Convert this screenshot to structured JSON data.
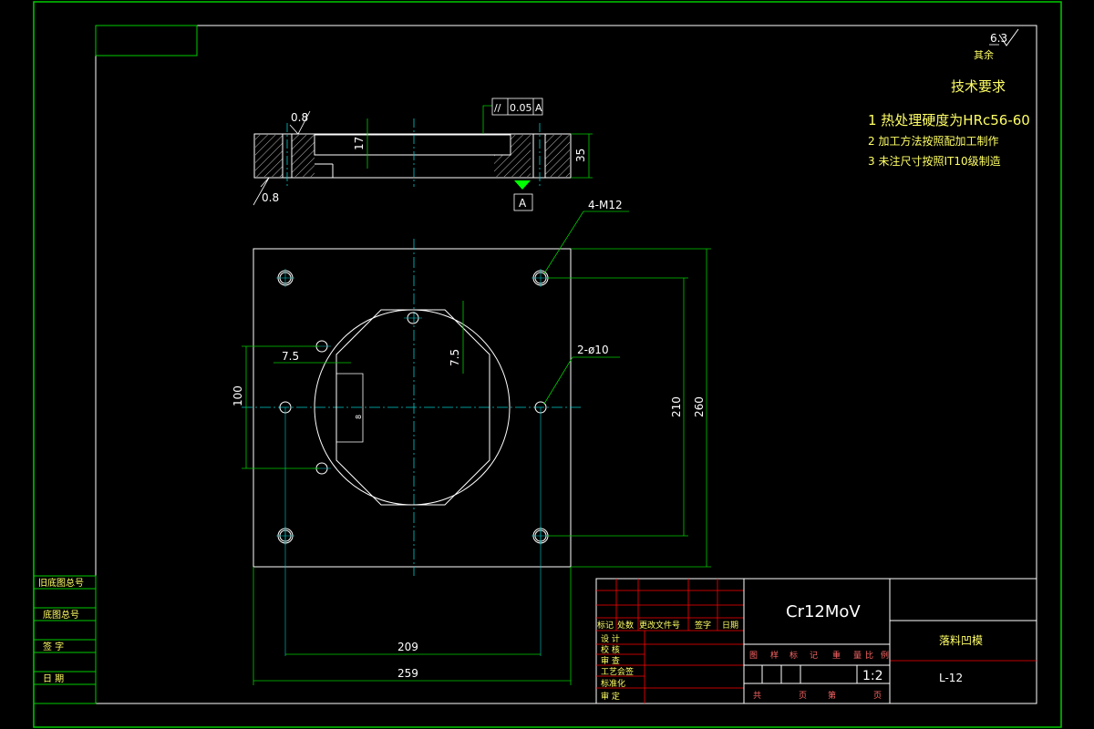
{
  "colors": {
    "background": "#000000",
    "border": "#00cc00",
    "outline": "#ffffff",
    "centerline": "#00cccc",
    "dimension": "#00cc00",
    "title_grid": "#ff0000",
    "highlight": "#00ff00"
  },
  "roughness": {
    "value": "6.3",
    "label": "其余"
  },
  "tech_requirements": {
    "title": "技术要求",
    "items": [
      "1 热处理硬度为HRc56-60",
      "2 加工方法按照配加工制作",
      "3 未注尺寸按照IT10级制造"
    ]
  },
  "section_view": {
    "dims": [
      "0.8",
      "0.8",
      "17",
      "35"
    ],
    "tolerance": {
      "symbol": "//",
      "value": "0.05",
      "datum": "A"
    },
    "datum_label": "A"
  },
  "plan_view": {
    "dims": {
      "holes_threaded": "4-M12",
      "holes_pin": "2-ø10",
      "d75a": "7.5",
      "d75b": "7.5",
      "d100": "100",
      "d210": "210",
      "d260": "260",
      "d209": "209",
      "d259": "259",
      "d8": "8"
    }
  },
  "side_table": [
    "旧底图总号",
    "底图总号",
    "签  字",
    "日  期"
  ],
  "title_block": {
    "material": "Cr12MoV",
    "part_name": "落料凹模",
    "drawing_no": "L-12",
    "scale": "1:2",
    "header_row": [
      "标记",
      "处数",
      "更改文件号",
      "签字",
      "日期"
    ],
    "signature_rows": [
      "设  计",
      "校  核",
      "审  查",
      "工艺会签",
      "标准化",
      "审  定"
    ],
    "attr_row": [
      "图",
      "样",
      "标",
      "记",
      "重",
      "量",
      "比",
      "例"
    ],
    "sheet_row": [
      "共",
      "页",
      "第",
      "页"
    ]
  }
}
